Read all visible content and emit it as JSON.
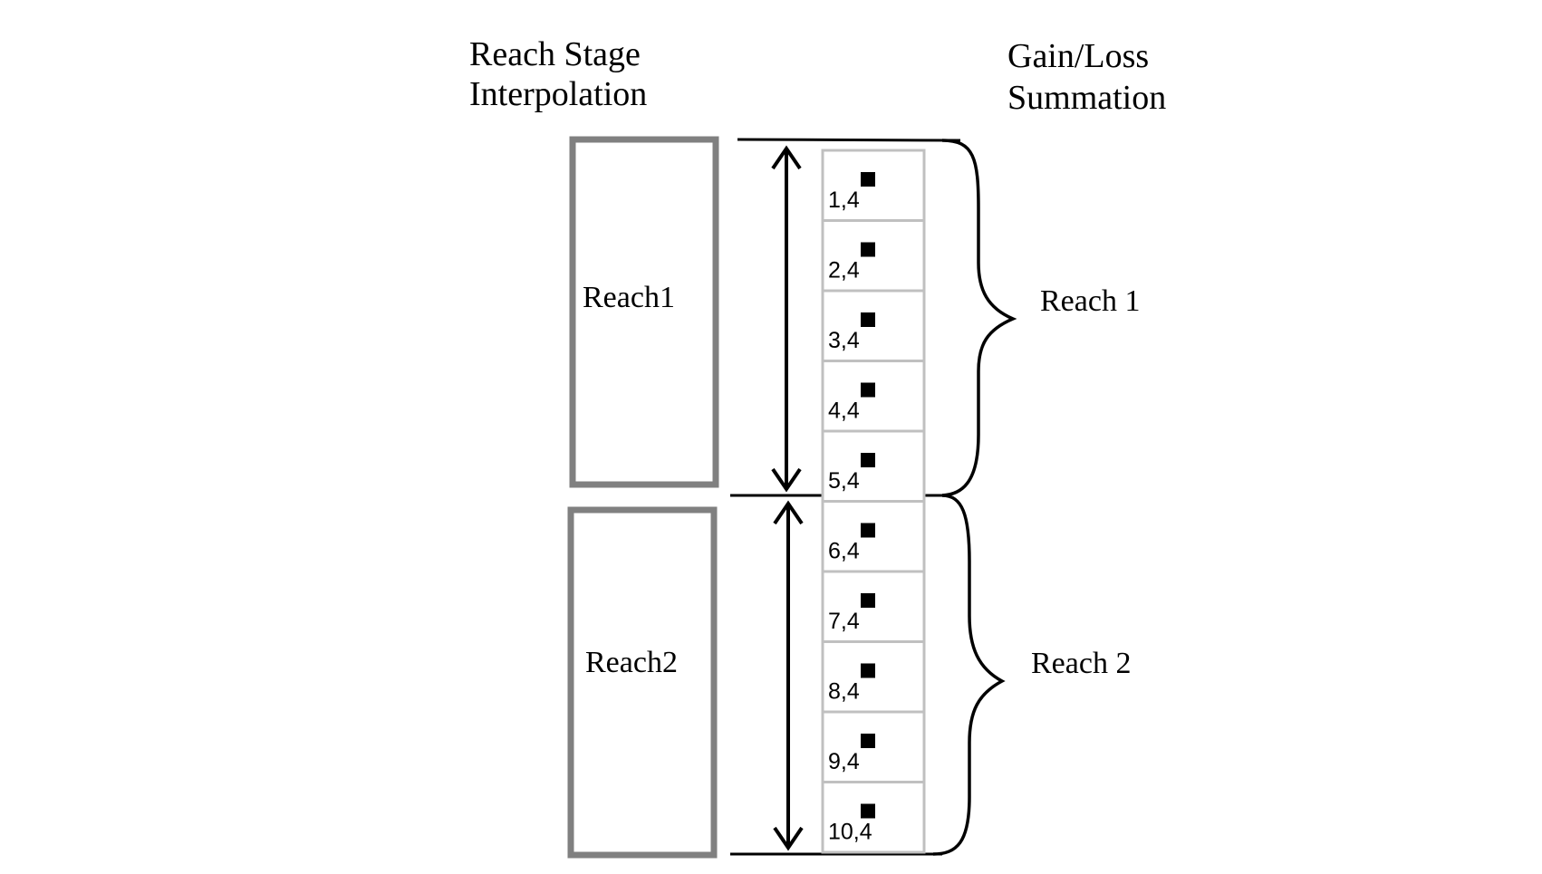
{
  "headers": {
    "left_line1": "Reach Stage",
    "left_line2": "Interpolation",
    "right_line1": "Gain/Loss",
    "right_line2": "Summation"
  },
  "reach_boxes": [
    {
      "label": "Reach1"
    },
    {
      "label": "Reach2"
    }
  ],
  "cells": [
    {
      "label": "1,4"
    },
    {
      "label": "2,4"
    },
    {
      "label": "3,4"
    },
    {
      "label": "4,4"
    },
    {
      "label": "5,4"
    },
    {
      "label": "6,4"
    },
    {
      "label": "7,4"
    },
    {
      "label": "8,4"
    },
    {
      "label": "9,4"
    },
    {
      "label": "10,4"
    }
  ],
  "brace_labels": [
    {
      "label": "Reach 1"
    },
    {
      "label": "Reach 2"
    }
  ],
  "colors": {
    "reach_box_stroke": "#808080",
    "cell_stroke": "#c0c0c0",
    "line": "#000000",
    "marker": "#000000"
  }
}
